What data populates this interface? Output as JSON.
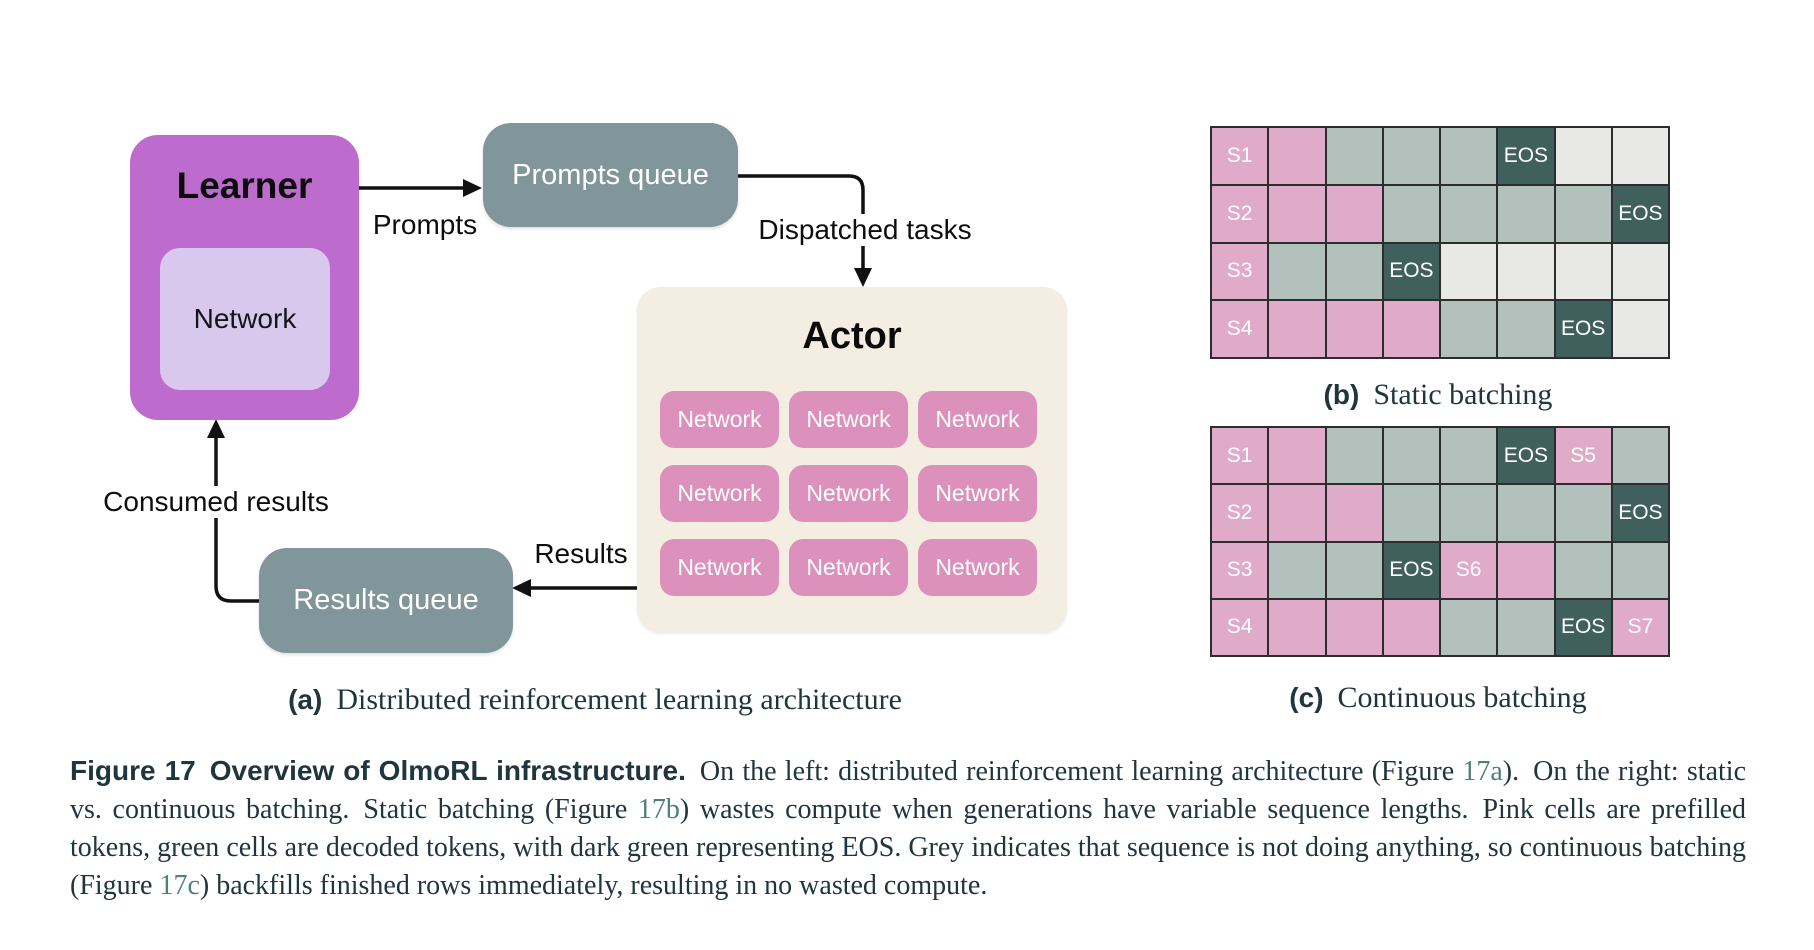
{
  "colors": {
    "purple": "#bd6ccd",
    "lavender": "#d9c8ee",
    "slate": "#80969a",
    "cream": "#f4eee2",
    "chip-pink": "#dc91bd",
    "prefill": "#e0abc9",
    "decode": "#b2c1bc",
    "eos": "#40605e",
    "idle": "#e8e8e7",
    "grid-line": "#2d2d2d",
    "ink": "#0e0e0e",
    "text": "#20363e",
    "link": "#4d8077"
  },
  "panel_a": {
    "learner_title": "Learner",
    "learner_network": "Network",
    "prompts_queue": "Prompts queue",
    "results_queue": "Results queue",
    "actor_title": "Actor",
    "actor_network_label": "Network",
    "actor_network_count": 9,
    "labels": {
      "prompts": "Prompts",
      "dispatched": "Dispatched tasks",
      "results": "Results",
      "consumed": "Consumed results"
    },
    "marker": "(a)",
    "caption": "Distributed reinforcement learning architecture"
  },
  "panel_b": {
    "marker": "(b)",
    "caption": "Static batching",
    "rows": [
      [
        {
          "t": "prefill",
          "label": "S1"
        },
        {
          "t": "prefill",
          "label": ""
        },
        {
          "t": "decode",
          "label": ""
        },
        {
          "t": "decode",
          "label": ""
        },
        {
          "t": "decode",
          "label": ""
        },
        {
          "t": "eos",
          "label": "EOS"
        },
        {
          "t": "idle",
          "label": ""
        },
        {
          "t": "idle",
          "label": ""
        }
      ],
      [
        {
          "t": "prefill",
          "label": "S2"
        },
        {
          "t": "prefill",
          "label": ""
        },
        {
          "t": "prefill",
          "label": ""
        },
        {
          "t": "decode",
          "label": ""
        },
        {
          "t": "decode",
          "label": ""
        },
        {
          "t": "decode",
          "label": ""
        },
        {
          "t": "decode",
          "label": ""
        },
        {
          "t": "eos",
          "label": "EOS"
        }
      ],
      [
        {
          "t": "prefill",
          "label": "S3"
        },
        {
          "t": "decode",
          "label": ""
        },
        {
          "t": "decode",
          "label": ""
        },
        {
          "t": "eos",
          "label": "EOS"
        },
        {
          "t": "idle",
          "label": ""
        },
        {
          "t": "idle",
          "label": ""
        },
        {
          "t": "idle",
          "label": ""
        },
        {
          "t": "idle",
          "label": ""
        }
      ],
      [
        {
          "t": "prefill",
          "label": "S4"
        },
        {
          "t": "prefill",
          "label": ""
        },
        {
          "t": "prefill",
          "label": ""
        },
        {
          "t": "prefill",
          "label": ""
        },
        {
          "t": "decode",
          "label": ""
        },
        {
          "t": "decode",
          "label": ""
        },
        {
          "t": "eos",
          "label": "EOS"
        },
        {
          "t": "idle",
          "label": ""
        }
      ]
    ]
  },
  "panel_c": {
    "marker": "(c)",
    "caption": "Continuous batching",
    "rows": [
      [
        {
          "t": "prefill",
          "label": "S1"
        },
        {
          "t": "prefill",
          "label": ""
        },
        {
          "t": "decode",
          "label": ""
        },
        {
          "t": "decode",
          "label": ""
        },
        {
          "t": "decode",
          "label": ""
        },
        {
          "t": "eos",
          "label": "EOS"
        },
        {
          "t": "prefill",
          "label": "S5"
        },
        {
          "t": "decode",
          "label": ""
        }
      ],
      [
        {
          "t": "prefill",
          "label": "S2"
        },
        {
          "t": "prefill",
          "label": ""
        },
        {
          "t": "prefill",
          "label": ""
        },
        {
          "t": "decode",
          "label": ""
        },
        {
          "t": "decode",
          "label": ""
        },
        {
          "t": "decode",
          "label": ""
        },
        {
          "t": "decode",
          "label": ""
        },
        {
          "t": "eos",
          "label": "EOS"
        }
      ],
      [
        {
          "t": "prefill",
          "label": "S3"
        },
        {
          "t": "decode",
          "label": ""
        },
        {
          "t": "decode",
          "label": ""
        },
        {
          "t": "eos",
          "label": "EOS"
        },
        {
          "t": "prefill",
          "label": "S6"
        },
        {
          "t": "prefill",
          "label": ""
        },
        {
          "t": "decode",
          "label": ""
        },
        {
          "t": "decode",
          "label": ""
        }
      ],
      [
        {
          "t": "prefill",
          "label": "S4"
        },
        {
          "t": "prefill",
          "label": ""
        },
        {
          "t": "prefill",
          "label": ""
        },
        {
          "t": "prefill",
          "label": ""
        },
        {
          "t": "decode",
          "label": ""
        },
        {
          "t": "decode",
          "label": ""
        },
        {
          "t": "eos",
          "label": "EOS"
        },
        {
          "t": "prefill",
          "label": "S7"
        }
      ]
    ]
  },
  "figure_caption": {
    "segments": [
      {
        "style": "bold",
        "text": "Figure 17 Overview of OlmoRL infrastructure."
      },
      {
        "style": "text",
        "text": " On the left: distributed reinforcement learning architecture (Figure "
      },
      {
        "style": "link",
        "text": "17a"
      },
      {
        "style": "text",
        "text": "). On the right: static vs. continuous batching. Static batching (Figure "
      },
      {
        "style": "link",
        "text": "17b"
      },
      {
        "style": "text",
        "text": ") wastes compute when generations have variable sequence lengths. Pink cells are prefilled tokens, green cells are decoded tokens, with dark green representing EOS. Grey indicates that sequence is not doing anything, so continuous batching (Figure "
      },
      {
        "style": "link",
        "text": "17c"
      },
      {
        "style": "text",
        "text": ") backfills finished rows immediately, resulting in no wasted compute."
      }
    ]
  }
}
